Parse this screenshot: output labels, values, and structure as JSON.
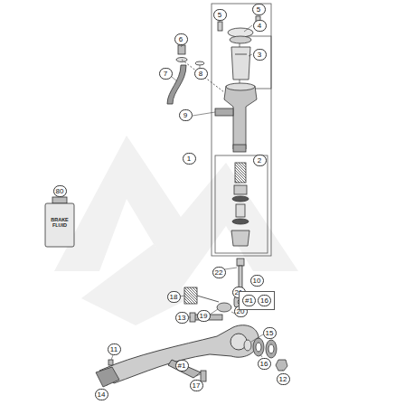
{
  "diagram": {
    "nodes": [
      {
        "text": [
          "#1",
          "16"
        ]
      }
    ],
    "labels": [
      "5",
      "5",
      "4",
      "3",
      "6",
      "7",
      "8",
      "9",
      "1",
      "2",
      "80",
      "BRAKE FLUID",
      "22",
      "21",
      "18",
      "19",
      "20",
      "10",
      "13",
      "#1",
      "15",
      "16",
      "12",
      "11",
      "14",
      "17"
    ]
  }
}
